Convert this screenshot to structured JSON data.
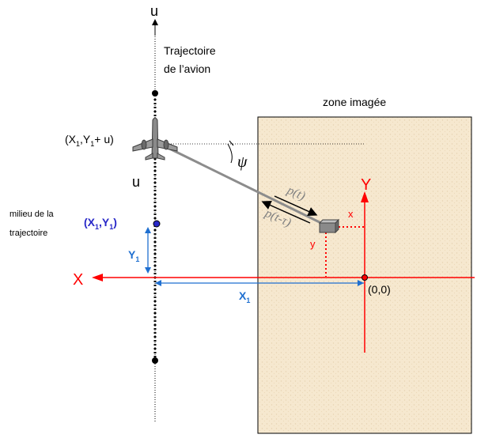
{
  "labels": {
    "u_top": "u",
    "trajectory_line1": "Trajectoire",
    "trajectory_line2": "de l’avion",
    "zone": "zone imagée",
    "plane_pos_a": "(X",
    "plane_pos_sub1": "1",
    "plane_pos_b": ",Y",
    "plane_pos_sub2": "1",
    "plane_pos_c": "+ u)",
    "psi": "ψ",
    "u_mid": "u",
    "mid_line1": "milieu de la",
    "mid_line2": "trajectoire",
    "mid_pt_a": "(X",
    "mid_pt_sub1": "1",
    "mid_pt_b": ",Y",
    "mid_pt_sub2": "1",
    "mid_pt_c": ")",
    "y1_main": "Y",
    "y1_sub": "1",
    "x1_main": "X",
    "x1_sub": "1",
    "axis_X": "X",
    "axis_Y": "Y",
    "origin": "(0,0)",
    "p_t": "p(t)",
    "p_t_tau": "p(t-τ)",
    "small_x": "x",
    "small_y": "y"
  },
  "colors": {
    "zone_fill": "#f6e8cf",
    "red": "#ff0000",
    "blue": "#1f6fd0",
    "navy": "#2828c8",
    "gray": "#7f7f7f"
  }
}
